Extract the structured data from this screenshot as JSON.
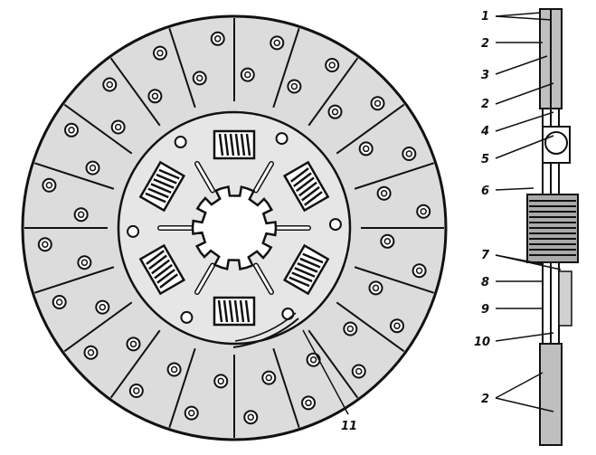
{
  "labels": {
    "l1": "1",
    "l2a": "2",
    "l3": "3",
    "l2b": "2",
    "l4": "4",
    "l5": "5",
    "l6": "6",
    "l7": "7",
    "l8": "8",
    "l9": "9",
    "l10": "10",
    "l2c": "2",
    "l11": "11"
  },
  "colors": {
    "ink": "#111111",
    "paper": "#ffffff",
    "lining": "#d9d9d9"
  }
}
